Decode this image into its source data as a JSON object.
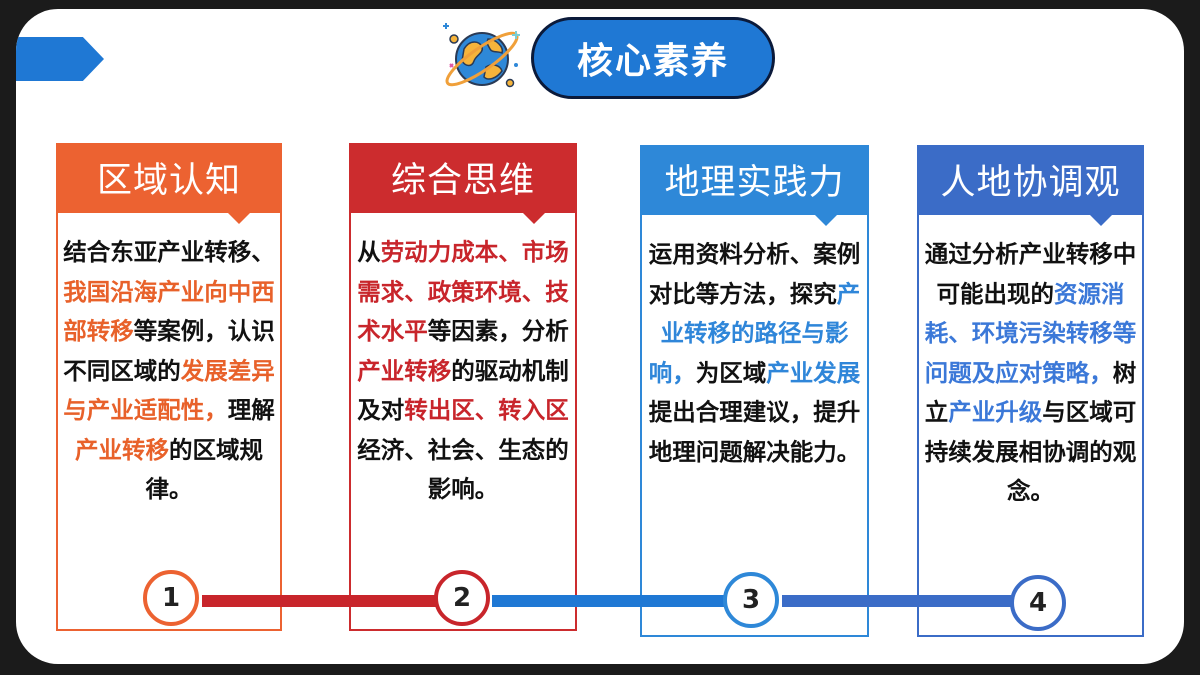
{
  "title": "核心素养",
  "colors": {
    "accent_blue": "#1f78d4",
    "orange": "#ec6231",
    "red": "#cc2c2e",
    "blue": "#2e88d8",
    "indigo": "#3b6cc7"
  },
  "icons": {
    "decor": "globe-icon",
    "corner": "arrow-icon"
  },
  "cards": [
    {
      "number": "1",
      "heading": "区域认知",
      "body": [
        {
          "text": "结合东亚产业转移、",
          "hl": false
        },
        {
          "text": "我国沿海产业向中西部转移",
          "hl": true
        },
        {
          "text": "等案例，认识不同区域的",
          "hl": false
        },
        {
          "text": "发展差异与产业适配性，",
          "hl": true
        },
        {
          "text": "理解",
          "hl": false
        },
        {
          "text": "产业转移",
          "hl": true
        },
        {
          "text": "的区域规律。",
          "hl": false
        }
      ]
    },
    {
      "number": "2",
      "heading": "综合思维",
      "body": [
        {
          "text": "从",
          "hl": false
        },
        {
          "text": "劳动力成本、市场需求、政策环境、技术水平",
          "hl": true
        },
        {
          "text": "等因素，分析",
          "hl": false
        },
        {
          "text": "产业转移",
          "hl": true
        },
        {
          "text": "的驱动机制及对",
          "hl": false
        },
        {
          "text": "转出区、转入区",
          "hl": true
        },
        {
          "text": "经济、社会、生态的影响。",
          "hl": false
        }
      ]
    },
    {
      "number": "3",
      "heading": "地理实践力",
      "body": [
        {
          "text": "运用资料分析、案例对比等方法，探究",
          "hl": false
        },
        {
          "text": "产业转移的路径与影响，",
          "hl": true
        },
        {
          "text": "为区域",
          "hl": false
        },
        {
          "text": "产业发展",
          "hl": true
        },
        {
          "text": "提出合理建议，提升地理问题解决能力。",
          "hl": false
        }
      ]
    },
    {
      "number": "4",
      "heading": "人地协调观",
      "body": [
        {
          "text": "通过分析产业转移中可能出现的",
          "hl": false
        },
        {
          "text": "资源消耗、环境污染转移等问题及应对策略，",
          "hl": true
        },
        {
          "text": "树立",
          "hl": false
        },
        {
          "text": "产业升级",
          "hl": true
        },
        {
          "text": "与区域可持续发展相协调的观念。",
          "hl": false
        }
      ]
    }
  ]
}
